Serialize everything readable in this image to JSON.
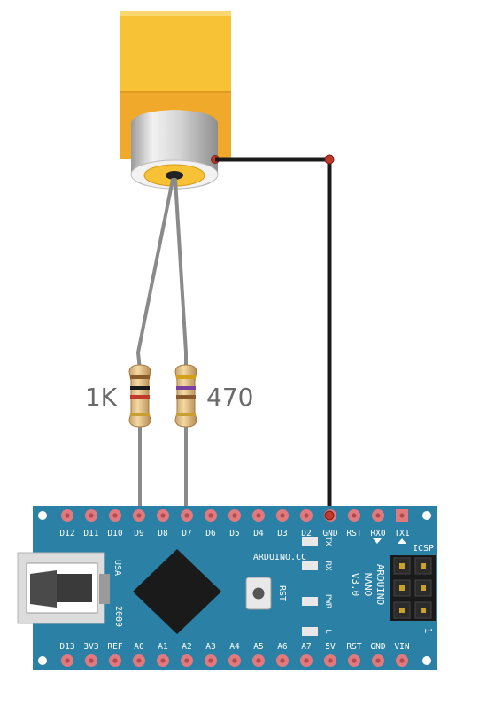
{
  "resistors": {
    "left_label": "1K",
    "right_label": "470"
  },
  "board": {
    "top_pins": [
      "D12",
      "D11",
      "D10",
      "D9",
      "D8",
      "D7",
      "D6",
      "D5",
      "D4",
      "D3",
      "D2",
      "GND",
      "RST",
      "RX0",
      "TX1"
    ],
    "bottom_pins": [
      "D13",
      "3V3",
      "REF",
      "A0",
      "A1",
      "A2",
      "A3",
      "A4",
      "A5",
      "A6",
      "A7",
      "5V",
      "RST",
      "GND",
      "VIN"
    ],
    "brand": "ARDUINO.CC",
    "usa": "USA",
    "year": "2009",
    "rst_button": "RST",
    "led_labels": [
      "TX",
      "RX",
      "PWR",
      "L"
    ],
    "product_lines": [
      "ARDUINO",
      "NANO",
      "V3.0"
    ],
    "icsp": "ICSP",
    "pin1_marker": "1"
  },
  "colors": {
    "board": "#2a80a5",
    "pad": "#e07a7e",
    "connector_body": "#f8c236",
    "wire_gnd": "#1a1a1a",
    "wire_signal": "#8a8a8a",
    "label_text": "#6a6a6a"
  }
}
